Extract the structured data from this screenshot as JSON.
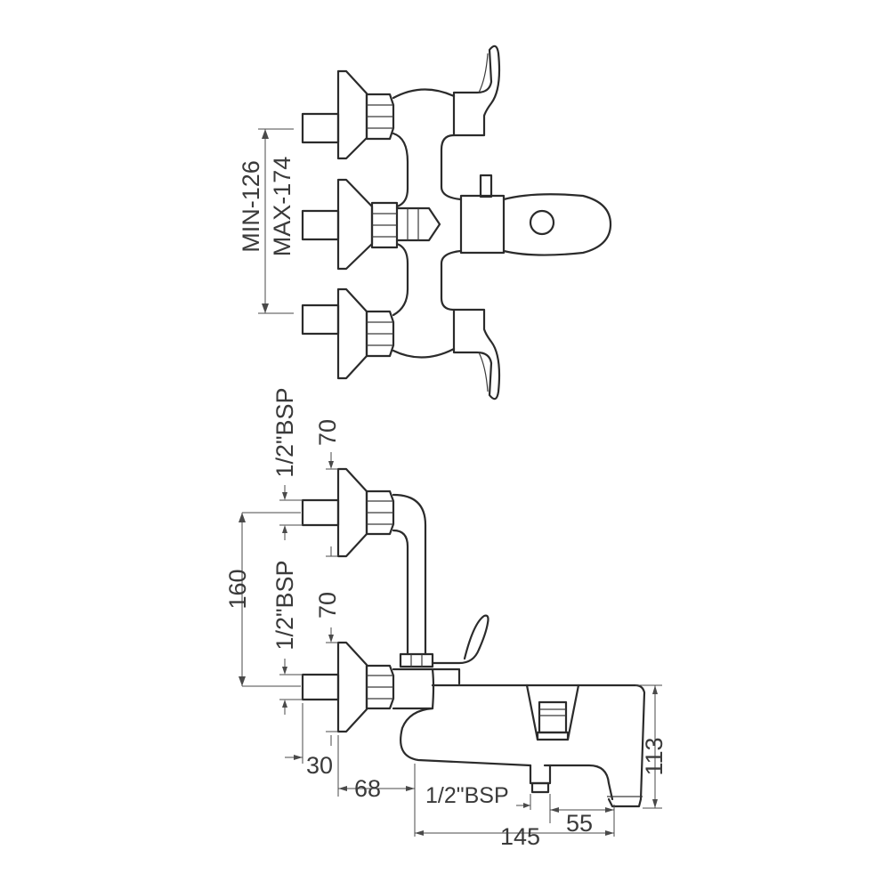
{
  "top_view": {
    "range_min": "MIN-126",
    "range_max": "MAX-174"
  },
  "side_view": {
    "upper_thread": "1/2\"BSP",
    "upper_offset": "70",
    "lower_thread": "1/2\"BSP",
    "lower_offset": "70",
    "inlet_spacing": "160",
    "wall_depth": "30",
    "body_offset": "68",
    "spout_thread": "1/2\"BSP",
    "spout_length": "145",
    "spout_tip": "55",
    "spout_height": "113"
  },
  "colors": {
    "line": "#2b2b2b",
    "dimension": "#4a4a4a",
    "text": "#3a3a3a"
  }
}
